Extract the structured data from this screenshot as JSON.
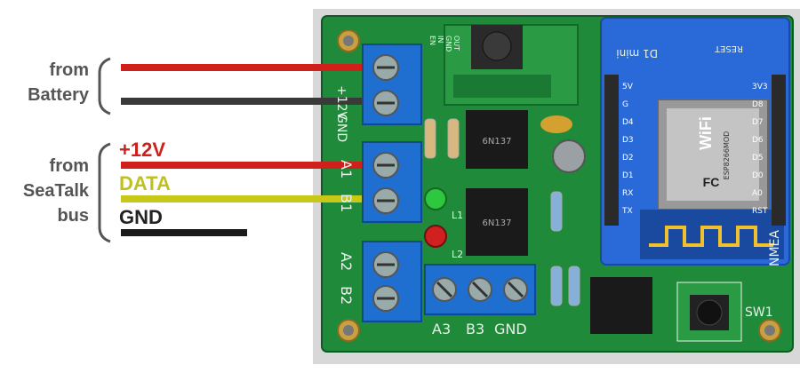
{
  "labels": {
    "battery_from": "from",
    "battery_name": "Battery",
    "seatalk_from": "from",
    "seatalk_name": "SeaTalk",
    "seatalk_bus": "bus",
    "wire_12v": "+12V",
    "wire_data": "DATA",
    "wire_gnd": "GND"
  },
  "pcb": {
    "term_1": "+12V",
    "term_2": "GND",
    "term_a1": "A1",
    "term_b1": "B1",
    "term_a2": "A2",
    "term_b2": "B2",
    "term_a3": "A3",
    "term_b3": "B3",
    "term_gnd": "GND",
    "l1": "L1",
    "l2": "L2",
    "sw1": "SW1",
    "nmea": "NMEA",
    "reset": "RESET",
    "d1mini": "D1 mini",
    "wifi": "WiFi",
    "chip_model": "ESP8266MOD",
    "fc": "FC",
    "ic_label": "6N137",
    "pins_left": [
      "5V",
      "G",
      "D4",
      "D3",
      "D2",
      "D1",
      "RX",
      "TX"
    ],
    "pins_right": [
      "3V3",
      "D8",
      "D7",
      "D6",
      "D5",
      "D0",
      "A0",
      "RST"
    ],
    "buck_pins": [
      "EN",
      "IN",
      "GND",
      "OUT"
    ]
  },
  "colors": {
    "wire_red": "#d0201c",
    "wire_black": "#3a3a3a",
    "wire_yellow": "#c8c818",
    "pcb_green": "#1f8a3a",
    "terminal_blue": "#1f6fd0",
    "d1_blue": "#2a6ad8"
  }
}
